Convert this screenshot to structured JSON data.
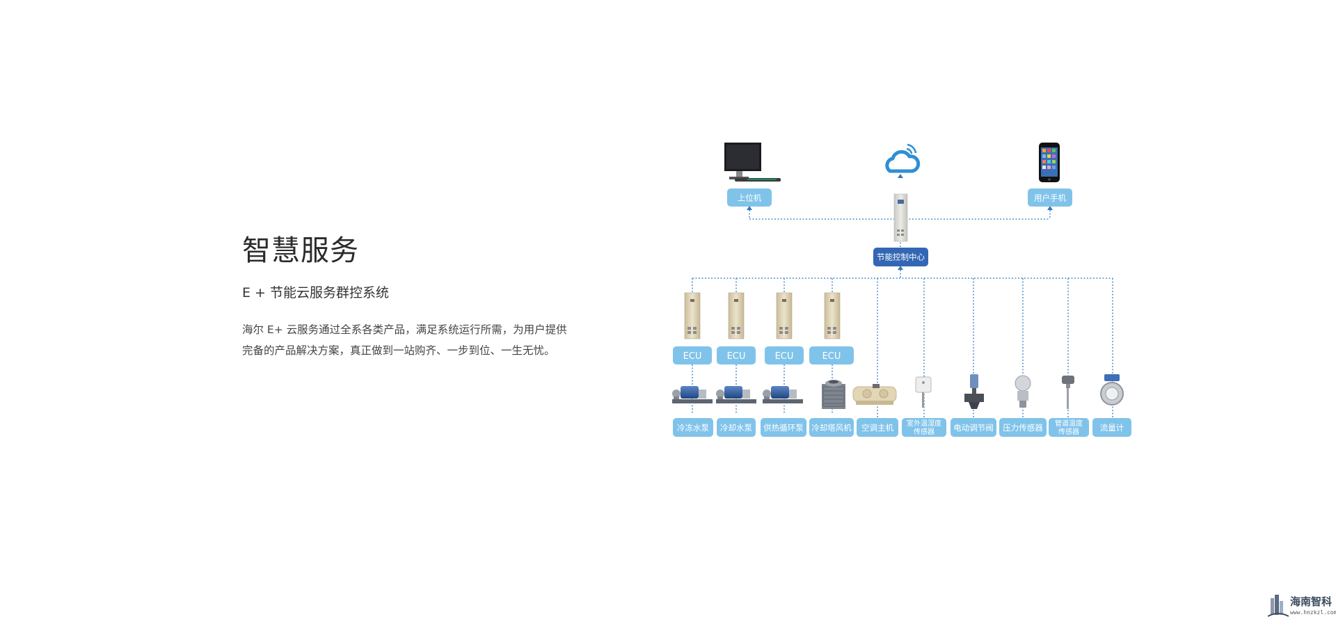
{
  "intro": {
    "title": "智慧服务",
    "subtitle": "E + 节能云服务群控系统",
    "description": "海尔 E+ 云服务通过全系各类产品，满足系统运行所需，为用户提供完备的产品解决方案，真正做到一站购齐、一步到位、一生无忧。"
  },
  "diagram": {
    "top": {
      "pc": "上位机",
      "phone": "用户手机",
      "center": "节能控制中心"
    },
    "ecu_label": "ECU",
    "devices": [
      {
        "label": "冷冻水泵",
        "icon": "pump-icon"
      },
      {
        "label": "冷却水泵",
        "icon": "pump-icon"
      },
      {
        "label": "供热循环泵",
        "icon": "pump-icon"
      },
      {
        "label": "冷却塔风机",
        "icon": "cooling-tower-icon"
      },
      {
        "label": "空调主机",
        "icon": "chiller-icon"
      },
      {
        "label": "室外温湿度",
        "label2": "传感器",
        "icon": "humidity-sensor-icon"
      },
      {
        "label": "电动调节阀",
        "icon": "valve-icon"
      },
      {
        "label": "压力传感器",
        "icon": "pressure-sensor-icon"
      },
      {
        "label": "管道温度",
        "label2": "传感器",
        "icon": "temperature-sensor-icon"
      },
      {
        "label": "流量计",
        "icon": "flowmeter-icon"
      }
    ],
    "colors": {
      "label_bg": "#80c3ea",
      "center_bg": "#3366b4",
      "line": "#4d8fcf",
      "cabinet": "#d9cdb0"
    }
  },
  "logo": {
    "name": "海南智科",
    "url": "www.hnzkzl.com"
  }
}
